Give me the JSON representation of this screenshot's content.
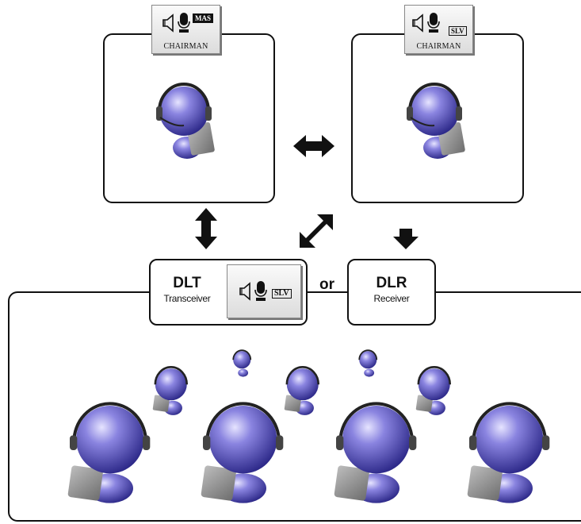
{
  "chairman_master": {
    "tag": "MAS",
    "label": "CHAIRMAN"
  },
  "chairman_slave": {
    "tag": "SLV",
    "label": "CHAIRMAN"
  },
  "dlt": {
    "title": "DLT",
    "subtitle": "Transceiver",
    "tag": "SLV"
  },
  "connector": {
    "or": "or"
  },
  "dlr": {
    "title": "DLR",
    "subtitle": "Receiver"
  },
  "colors": {
    "figure": "#5b55c8",
    "figure_highlight": "#d8d6ff",
    "line": "#111111"
  },
  "icons": [
    "speaker-icon",
    "microphone-icon",
    "bidirectional-arrow-icon",
    "down-arrow-icon"
  ]
}
